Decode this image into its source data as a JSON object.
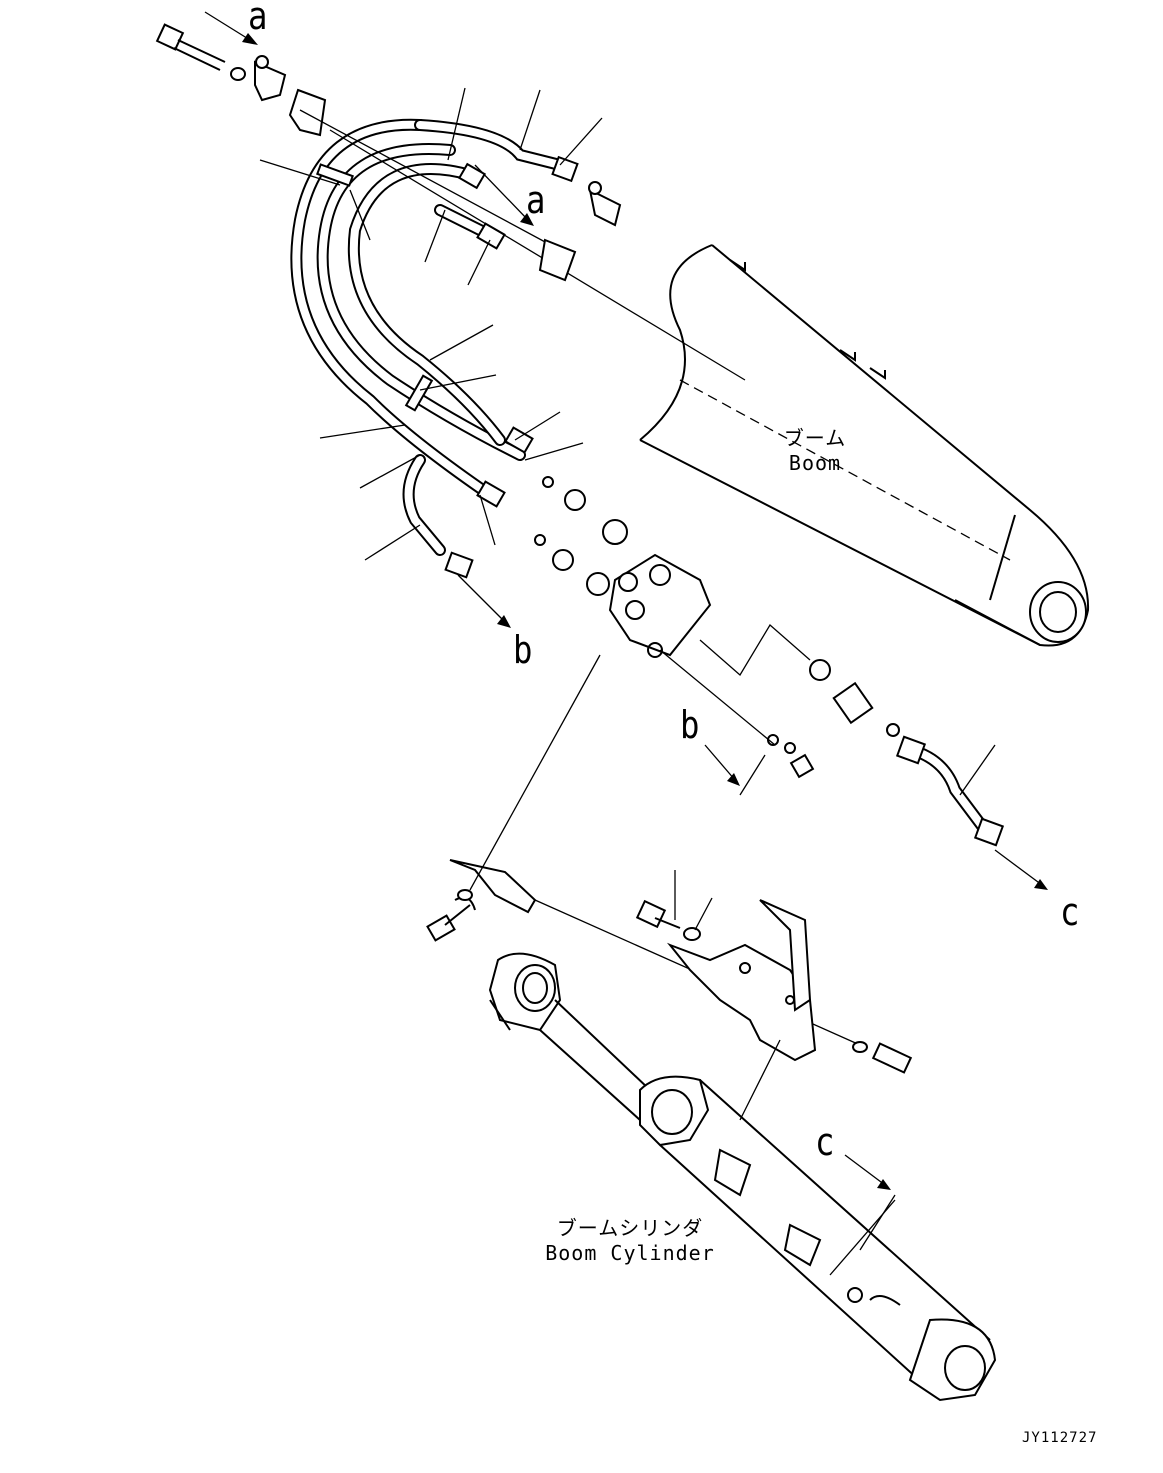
{
  "figure": {
    "code": "JY112727",
    "labels": {
      "boom_jp": "ブーム",
      "boom_en": "Boom",
      "cylinder_jp": "ブームシリンダ",
      "cylinder_en": "Boom Cylinder"
    },
    "refs": {
      "a_top": "a",
      "a_mid": "a",
      "b_left": "b",
      "b_mid": "b",
      "c_right": "c",
      "c_bottom": "c"
    }
  }
}
